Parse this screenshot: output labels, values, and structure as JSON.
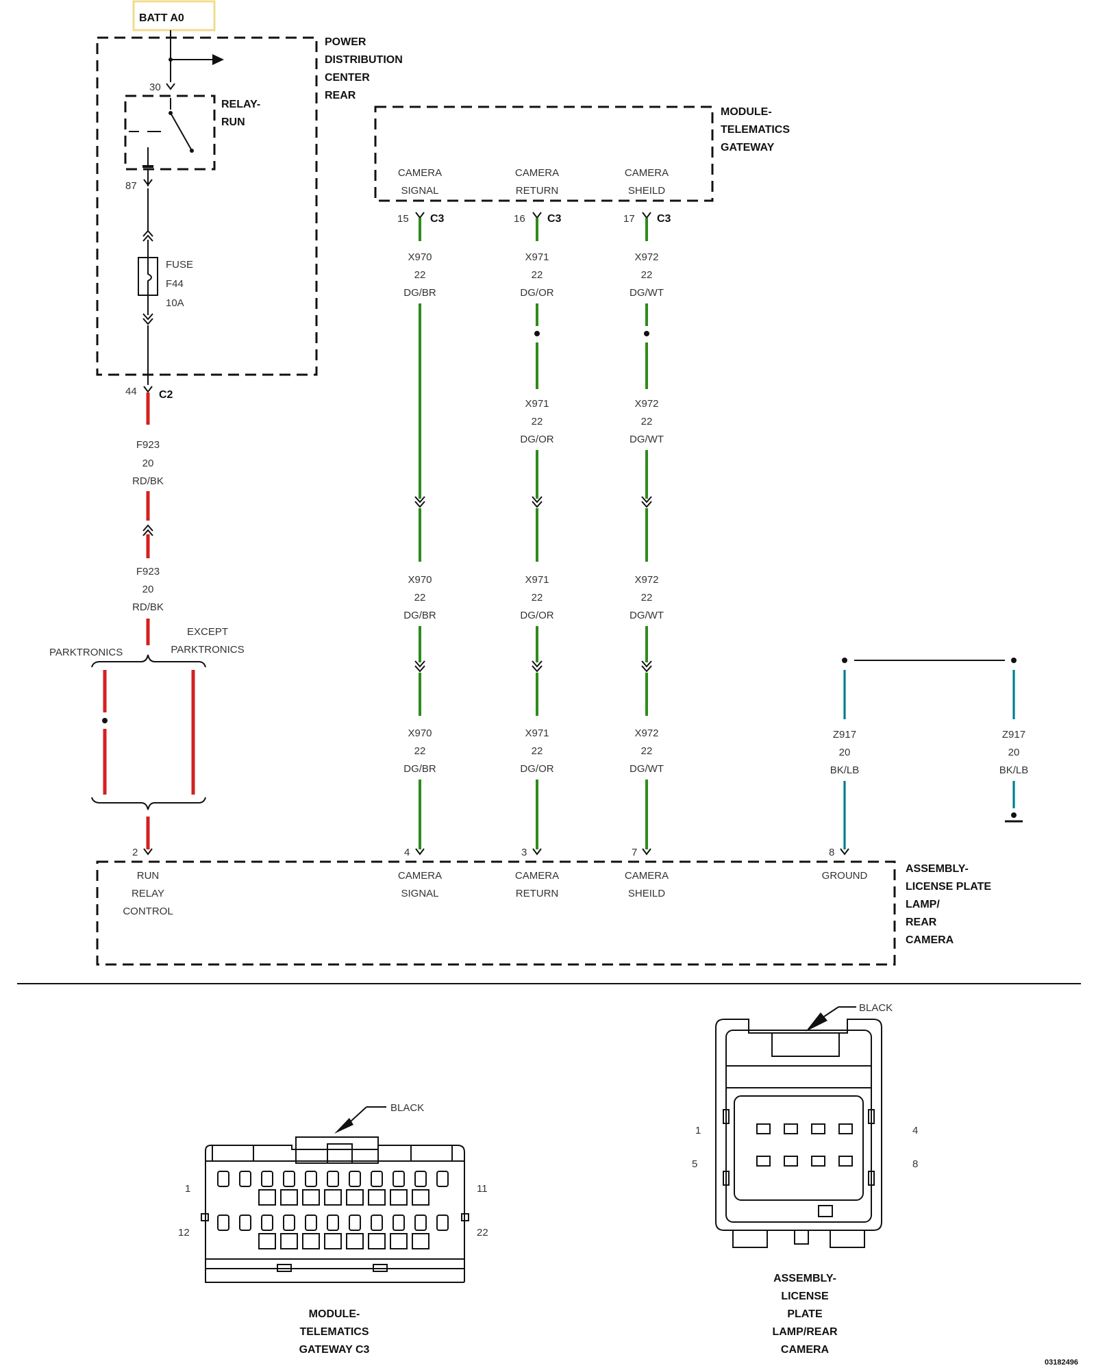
{
  "top": {
    "batt_label": "BATT A0",
    "pdc_label": [
      "POWER",
      "DISTRIBUTION",
      "CENTER",
      "REAR"
    ],
    "relay_label": [
      "RELAY-",
      "RUN"
    ],
    "pin_30": "30",
    "pin_87": "87",
    "fuse": [
      "FUSE",
      "F44",
      "10A"
    ],
    "pin_44": "44",
    "conn_c2": "C2"
  },
  "left_wire": {
    "w1": [
      "F923",
      "20",
      "RD/BK"
    ],
    "w2": [
      "F923",
      "20",
      "RD/BK"
    ],
    "parktronics": "PARKTRONICS",
    "except": [
      "EXCEPT",
      "PARKTRONICS"
    ],
    "pin_2": "2"
  },
  "module": {
    "title": [
      "MODULE-",
      "TELEMATICS",
      "GATEWAY"
    ],
    "cam_signal": [
      "CAMERA",
      "SIGNAL"
    ],
    "cam_return": [
      "CAMERA",
      "RETURN"
    ],
    "cam_sheild": [
      "CAMERA",
      "SHEILD"
    ],
    "pin_15": "15",
    "pin_16": "16",
    "pin_17": "17",
    "conn_c3": "C3"
  },
  "wires": {
    "x970": [
      "X970",
      "22",
      "DG/BR"
    ],
    "x971": [
      "X971",
      "22",
      "DG/OR"
    ],
    "x972": [
      "X972",
      "22",
      "DG/WT"
    ],
    "z917": [
      "Z917",
      "20",
      "BK/LB"
    ]
  },
  "assembly": {
    "run_relay": [
      "RUN",
      "RELAY",
      "CONTROL"
    ],
    "cam_signal": [
      "CAMERA",
      "SIGNAL"
    ],
    "cam_return": [
      "CAMERA",
      "RETURN"
    ],
    "cam_sheild": [
      "CAMERA",
      "SHEILD"
    ],
    "ground": "GROUND",
    "pin_4": "4",
    "pin_3": "3",
    "pin_7": "7",
    "pin_8": "8",
    "title": [
      "ASSEMBLY-",
      "LICENSE PLATE",
      "LAMP/",
      "REAR",
      "CAMERA"
    ]
  },
  "connectors": {
    "left_color": "BLACK",
    "left_pins": [
      "1",
      "11",
      "12",
      "22"
    ],
    "left_caption": [
      "MODULE-",
      "TELEMATICS",
      "GATEWAY C3"
    ],
    "right_color": "BLACK",
    "right_pins": [
      "1",
      "4",
      "5",
      "8"
    ],
    "right_caption": [
      "ASSEMBLY-",
      "LICENSE",
      "PLATE",
      "LAMP/REAR",
      "CAMERA"
    ]
  },
  "diagram_id": "03182496"
}
